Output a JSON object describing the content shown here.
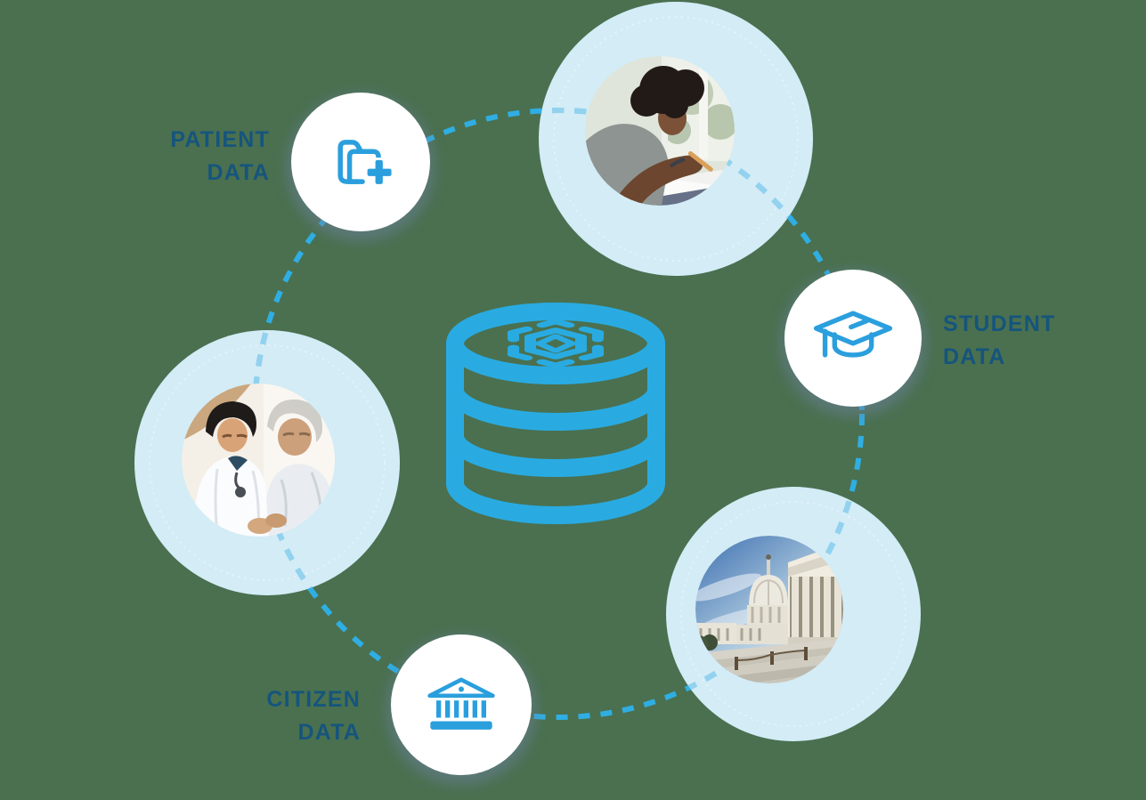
{
  "title": "Central data platform diagram",
  "colors": {
    "background_green": "#4A7050",
    "light_blue_circle": "#D3ECF6",
    "dashed_ring_bright": "#2FAEE3",
    "dashed_ring_muted": "#93D2EF",
    "icon_blue": "#2B9FDD",
    "database_blue": "#29ABE2",
    "label_navy": "#15557D",
    "node_circle_white": "#FFFFFF"
  },
  "center": {
    "icon": "snowflake-database-icon",
    "description": "Snowflake logo on top of a stacked database cylinder"
  },
  "nodes": [
    {
      "id": "patient-data",
      "label": {
        "line1": "PATIENT",
        "line2": "DATA"
      },
      "icon": "medical-folder-icon",
      "label_align": "right"
    },
    {
      "id": "student-data",
      "label": {
        "line1": "STUDENT",
        "line2": "DATA"
      },
      "icon": "graduation-cap-icon",
      "label_align": "left"
    },
    {
      "id": "citizen-data",
      "label": {
        "line1": "CITIZEN",
        "line2": "DATA"
      },
      "icon": "bank-building-icon",
      "label_align": "right"
    }
  ],
  "photos": [
    {
      "id": "student-photo",
      "description": "Student with curly hair writing at a desk by a bright window"
    },
    {
      "id": "doctors-photo",
      "description": "Doctor in white coat reviewing information with an elderly patient"
    },
    {
      "id": "capitol-photo",
      "description": "United States Capitol building dome, columns and steps under blue sky"
    }
  ]
}
